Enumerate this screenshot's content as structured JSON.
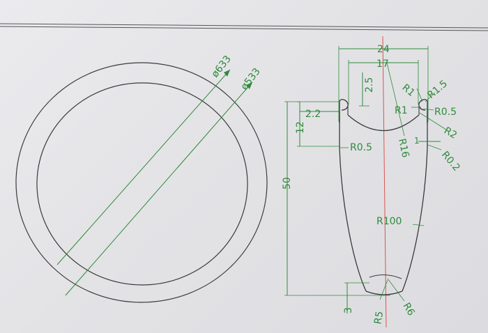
{
  "colors": {
    "outline": "#3a3a3a",
    "dimension": "#2f8a3a",
    "centerline": "#d9534f",
    "paper": "#e6e6e9"
  },
  "rim_view": {
    "outer_diameter_label": "ø633",
    "inner_diameter_label": "ø533"
  },
  "profile": {
    "width_label": "24",
    "inner_width_label": "17",
    "hook_depth_label": "2.5",
    "hook_width_label": "2.2",
    "bead_height_label": "12",
    "total_height_label": "50",
    "bottom_offset_label": "3",
    "small_offset_label": "1",
    "radii": {
      "r1_upper": "R1",
      "r1_5": "R1.5",
      "r1_lower": "R1",
      "r0_5_right": "R0.5",
      "r2": "R2",
      "r0_5_left": "R0.5",
      "r16": "R16",
      "r0_2": "R0.2",
      "r100": "R100",
      "r5": "R5",
      "r6": "R6"
    }
  }
}
